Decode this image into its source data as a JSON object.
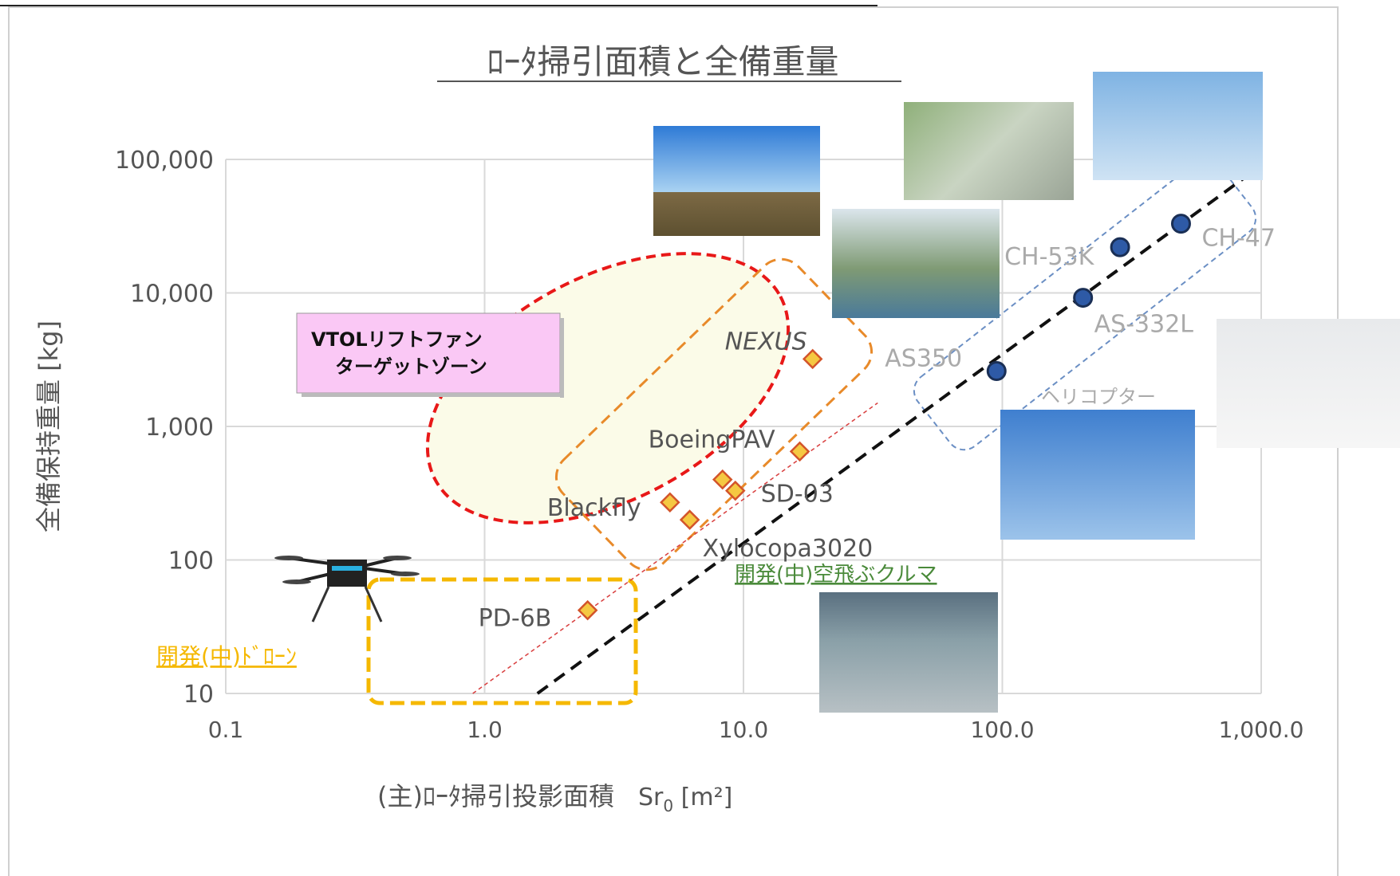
{
  "chart_data": {
    "type": "scatter",
    "title": "ﾛｰﾀ掃引面積と全備重量",
    "xlabel": "(主)ﾛｰﾀ掃引投影面積",
    "xlabel_symbol": "Sr",
    "xlabel_sub": "0",
    "xlabel_unit": " [m²]",
    "ylabel": "全備保持重量  [kg]",
    "x_scale": "log",
    "y_scale": "log",
    "xlim": [
      0.1,
      1000
    ],
    "ylim": [
      10,
      100000
    ],
    "x_ticks": [
      0.1,
      1,
      10,
      100,
      1000
    ],
    "x_tick_labels": [
      "0.1",
      "1.0",
      "10.0",
      "100.0",
      "1,000.0"
    ],
    "y_ticks": [
      10,
      100,
      1000,
      10000,
      100000
    ],
    "y_tick_labels": [
      "10",
      "100",
      "1,000",
      "10,000",
      "100,000"
    ],
    "grid": true,
    "series": [
      {
        "name": "開発(中)空飛ぶクルマ",
        "color": "#e7a020",
        "marker": "diamond",
        "points": [
          {
            "label": "NEXUS",
            "x": 18.5,
            "y": 3200
          },
          {
            "label": "BoeingPAV",
            "x": 16.5,
            "y": 650
          },
          {
            "label": "Blackfly",
            "x": 5.2,
            "y": 270
          },
          {
            "label": "Xylocopa3020",
            "x": 6.2,
            "y": 200
          },
          {
            "label": "SD-03",
            "x": 8.3,
            "y": 400
          },
          {
            "label": "",
            "x": 9.3,
            "y": 330
          },
          {
            "label": "PD-6B",
            "x": 2.5,
            "y": 42
          }
        ]
      },
      {
        "name": "ヘリコプター",
        "color": "#2e5aa6",
        "marker": "circle",
        "points": [
          {
            "label": "AS350",
            "x": 95,
            "y": 2600
          },
          {
            "label": "AS-332L",
            "x": 205,
            "y": 9200
          },
          {
            "label": "CH-53K",
            "x": 285,
            "y": 22000
          },
          {
            "label": "CH-47",
            "x": 490,
            "y": 33000
          }
        ]
      }
    ],
    "trend_lines": [
      {
        "name": "helicopter-trend",
        "color": "#111111",
        "from": [
          1.6,
          10
        ],
        "to": [
          1000,
          90000
        ]
      },
      {
        "name": "evtol-trend",
        "color": "#d94040",
        "from": [
          0.9,
          10
        ],
        "to": [
          33,
          1500
        ]
      }
    ],
    "annotations": {
      "target_zone_line1": "VTOLリフトファン",
      "target_zone_line2": "ターゲットゾーン",
      "drone_zone": "開発(中)ﾄﾞﾛｰﾝ",
      "evtol_zone": "開発(中)空飛ぶクルマ",
      "heli_zone": "ヘリコプター"
    }
  },
  "colors": {
    "evtol_zone": "#e88a2a",
    "drone_zone": "#f5b800",
    "target_zone": "#e81818",
    "target_fill": "#fbfbe8",
    "heli_zone": "#6b8fc4",
    "callout_fill": "#fac8f5"
  }
}
